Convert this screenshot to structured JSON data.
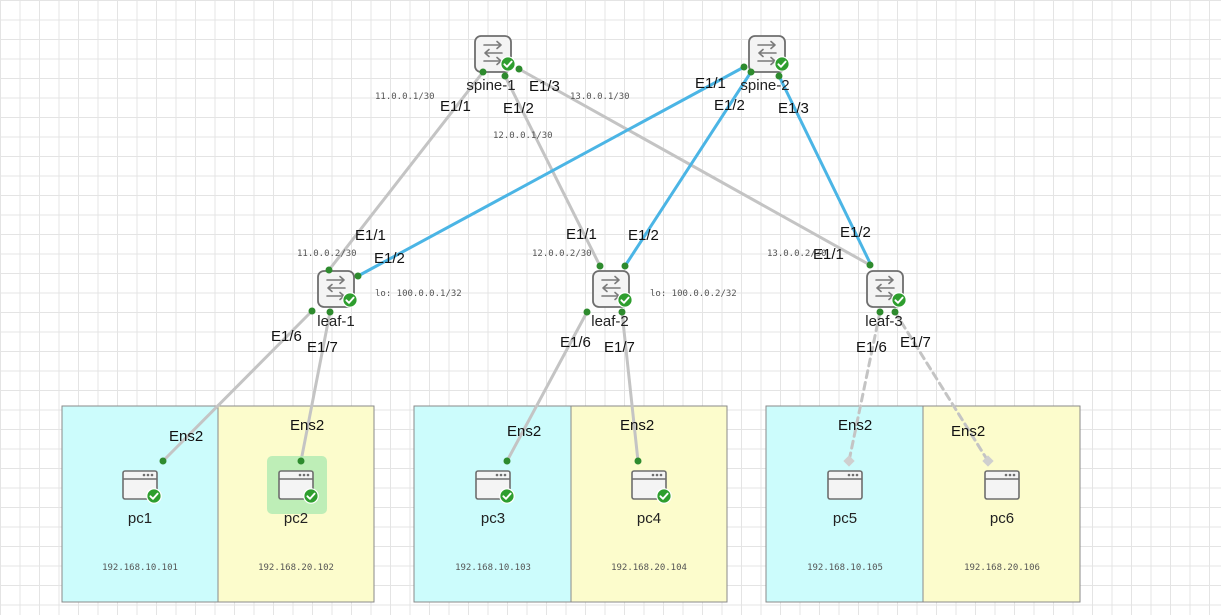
{
  "colors": {
    "link_default": "#c4c4c4",
    "link_highlight": "#4bb5e5",
    "port_up": "#2e8b2e",
    "status_ok": "#2e9e2e",
    "zone_cyan": "#ccfcfc",
    "zone_yellow": "#fcfccc"
  },
  "switches": {
    "spine1": {
      "name": "spine-1",
      "status": "check-icon"
    },
    "spine2": {
      "name": "spine-2",
      "status": "check-icon"
    },
    "leaf1": {
      "name": "leaf-1",
      "status": "check-icon",
      "lo": "lo: 100.0.0.1/32"
    },
    "leaf2": {
      "name": "leaf-2",
      "status": "check-icon",
      "lo": "lo: 100.0.0.2/32"
    },
    "leaf3": {
      "name": "leaf-3",
      "status": "check-icon"
    }
  },
  "hosts": {
    "pc1": {
      "name": "pc1",
      "ip": "192.168.10.101",
      "status": "check-icon"
    },
    "pc2": {
      "name": "pc2",
      "ip": "192.168.20.102",
      "status": "check-icon"
    },
    "pc3": {
      "name": "pc3",
      "ip": "192.168.10.103",
      "status": "check-icon"
    },
    "pc4": {
      "name": "pc4",
      "ip": "192.168.20.104",
      "status": "check-icon"
    },
    "pc5": {
      "name": "pc5",
      "ip": "192.168.10.105"
    },
    "pc6": {
      "name": "pc6",
      "ip": "192.168.20.106"
    }
  },
  "links": {
    "s1l1": {
      "a_port": "E1/1",
      "b_port": "E1/1",
      "a_ip": "11.0.0.1/30",
      "b_ip": "11.0.0.2/30"
    },
    "s1l2": {
      "a_port": "E1/2",
      "b_port": "E1/1",
      "a_ip": "12.0.0.1/30",
      "b_ip": "12.0.0.2/30"
    },
    "s1l3": {
      "a_port": "E1/3",
      "b_port": "E1/1",
      "a_ip": "13.0.0.1/30",
      "b_ip": "13.0.0.2/30"
    },
    "s2l1": {
      "a_port": "E1/1",
      "b_port": "E1/2"
    },
    "s2l2": {
      "a_port": "E1/2",
      "b_port": "E1/2"
    },
    "s2l3": {
      "a_port": "E1/3",
      "b_port": "E1/2"
    },
    "l1pc1": {
      "a_port": "E1/6",
      "b_port": "Ens2"
    },
    "l1pc2": {
      "a_port": "E1/7",
      "b_port": "Ens2"
    },
    "l2pc3": {
      "a_port": "E1/6",
      "b_port": "Ens2"
    },
    "l2pc4": {
      "a_port": "E1/7",
      "b_port": "Ens2"
    },
    "l3pc5": {
      "a_port": "E1/6",
      "b_port": "Ens2",
      "state": "down"
    },
    "l3pc6": {
      "a_port": "E1/7",
      "b_port": "Ens2",
      "state": "down"
    }
  }
}
